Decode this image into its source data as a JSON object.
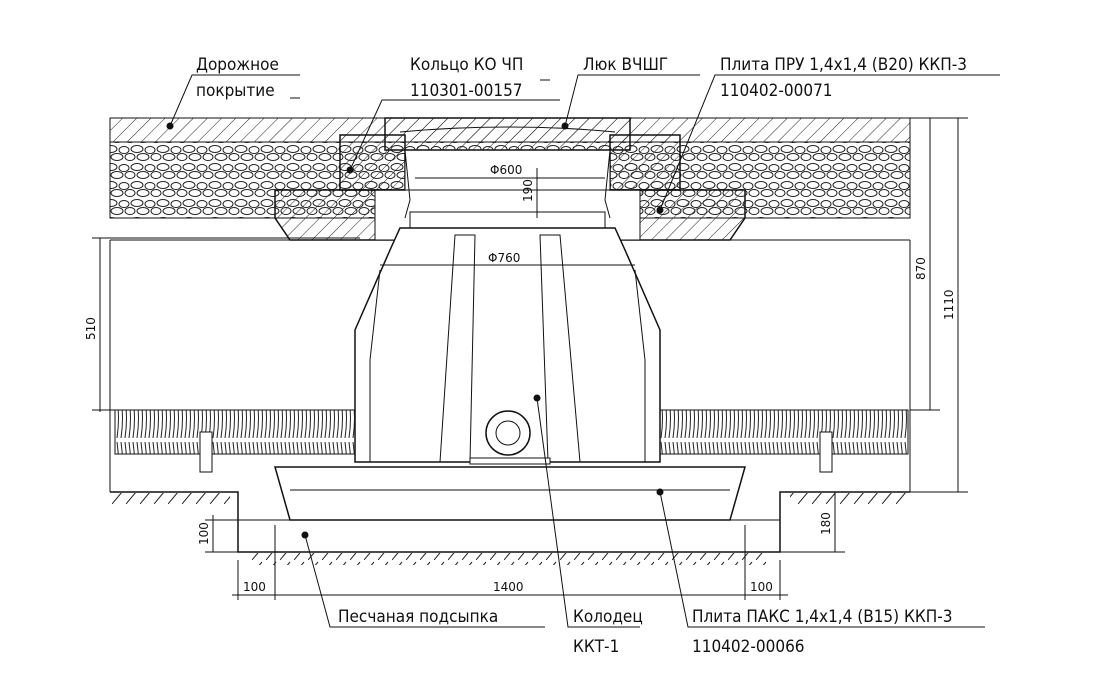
{
  "labels": {
    "road_surface_1": "Дорожное",
    "road_surface_2": "покрытие",
    "ring_name": "Кольцо КО ЧП",
    "ring_code": "110301-00157",
    "hatch_name": "Люк ВЧШГ",
    "slab_top_name": "Плита ПРУ 1,4x1,4 (B20) ККП-3",
    "slab_top_code": "110402-00071",
    "sand_bed": "Песчаная подсыпка",
    "well_name": "Колодец",
    "well_code": "ККТ-1",
    "slab_base_name": "Плита ПАКС 1,4x1,4 (B15) ККП-3",
    "slab_base_code": "110402-00066"
  },
  "dimensions": {
    "d600": "Φ600",
    "h190": "190",
    "d760": "Φ760",
    "h510": "510",
    "h870": "870",
    "h1110": "1110",
    "h180": "180",
    "h100": "100",
    "w100_left": "100",
    "w1400": "1400",
    "w100_right": "100"
  }
}
